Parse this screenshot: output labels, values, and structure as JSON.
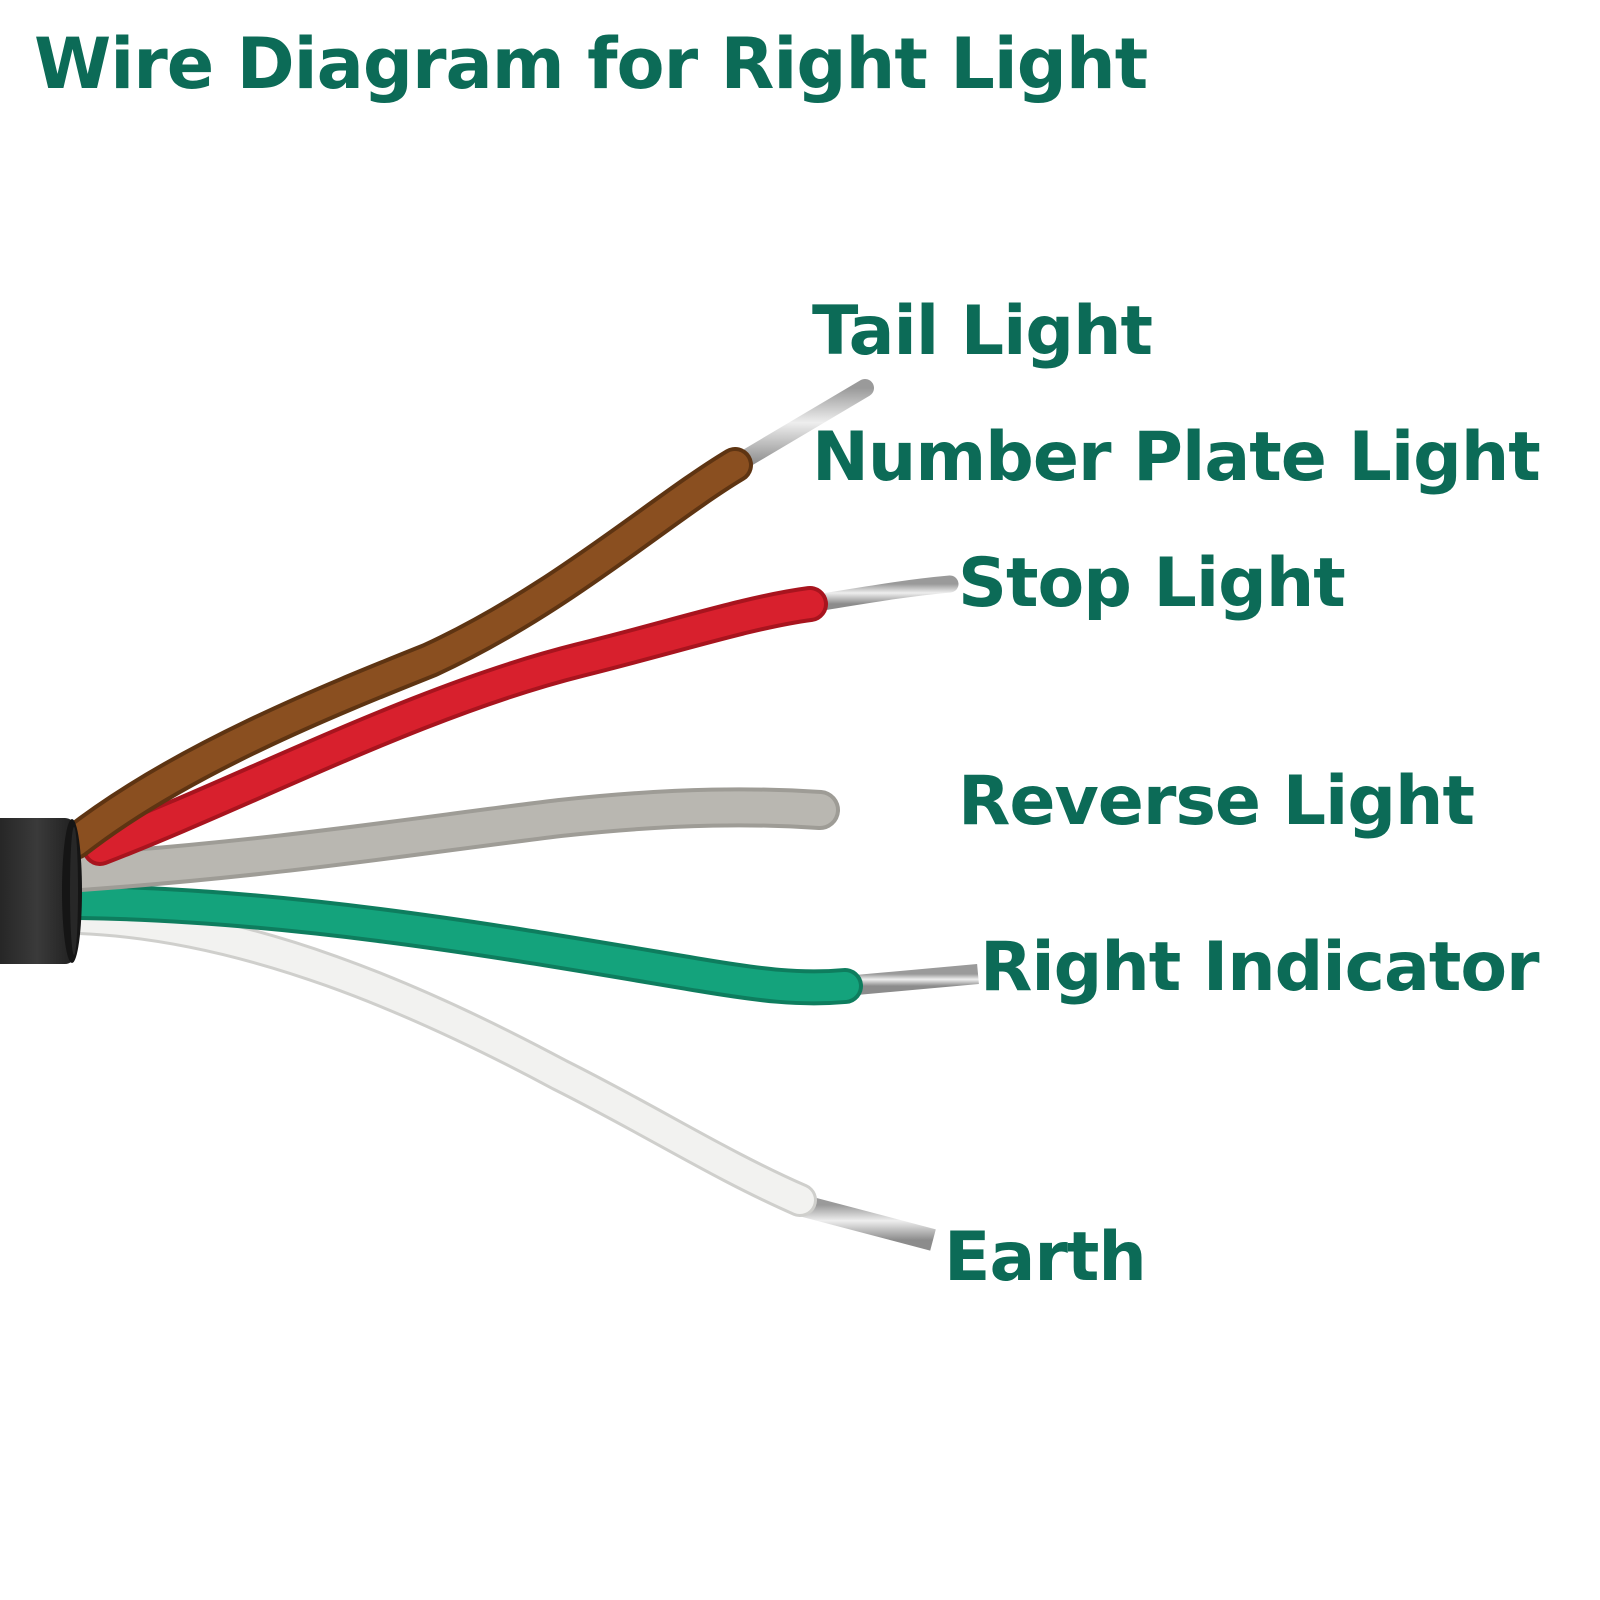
{
  "title": "Wire Diagram for Right Light",
  "wires": [
    {
      "id": "brown",
      "color": "#8a4f20",
      "highlight": "#b87a3e",
      "labels": [
        "Tail Light",
        "Number Plate Light"
      ]
    },
    {
      "id": "red",
      "color": "#d8202d",
      "highlight": "#f0555d",
      "labels": [
        "Stop Light"
      ]
    },
    {
      "id": "grey",
      "color": "#b9b7b1",
      "highlight": "#dddad3",
      "labels": [
        "Reverse Light"
      ]
    },
    {
      "id": "green",
      "color": "#14a37c",
      "highlight": "#5fd1ae",
      "labels": [
        "Right Indicator"
      ]
    },
    {
      "id": "white",
      "color": "#f2f2f0",
      "highlight": "#ffffff",
      "labels": [
        "Earth"
      ]
    }
  ],
  "colors": {
    "label_text": "#0c6b57",
    "cable_sheath": "#2a2a2a",
    "bare_conductor": "#b8b8b8"
  }
}
